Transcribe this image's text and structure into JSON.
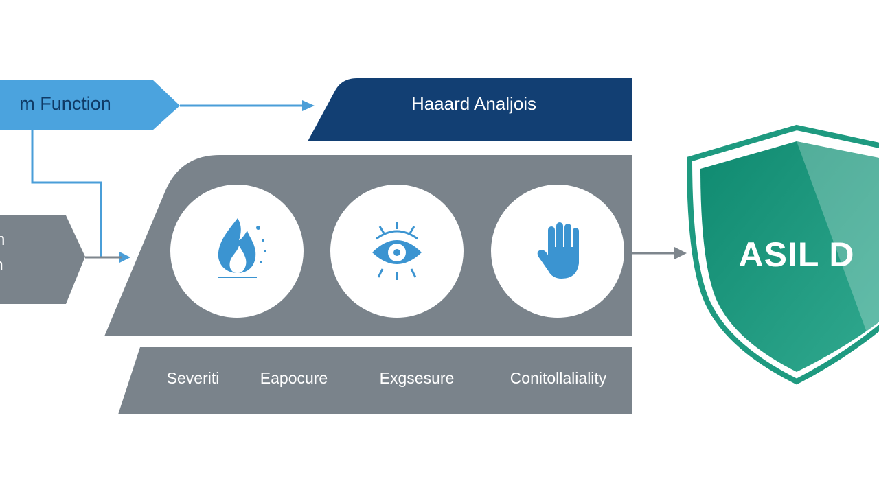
{
  "diagram": {
    "function_label": "m Function",
    "hazard_label": "Haaard Analjois",
    "left_box_lines": [
      "n",
      "on"
    ],
    "factors": [
      {
        "label": "Severiti",
        "icon": "flame-icon"
      },
      {
        "label": "Eapocure",
        "icon": "eye-icon"
      },
      {
        "label": "Exgsesure",
        "icon": ""
      },
      {
        "label": "Conitollaliality",
        "icon": "hand-icon"
      }
    ],
    "result_label": "ASIL D",
    "colors": {
      "function_box": "#4ba3de",
      "hazard_box": "#123f73",
      "gray_panel": "#7a838b",
      "connector_blue": "#4a9ed8",
      "connector_gray": "#7e868d",
      "icon_blue": "#3b94d1",
      "shield_green": "#16917a",
      "shield_outline": "#1e9a80"
    }
  }
}
